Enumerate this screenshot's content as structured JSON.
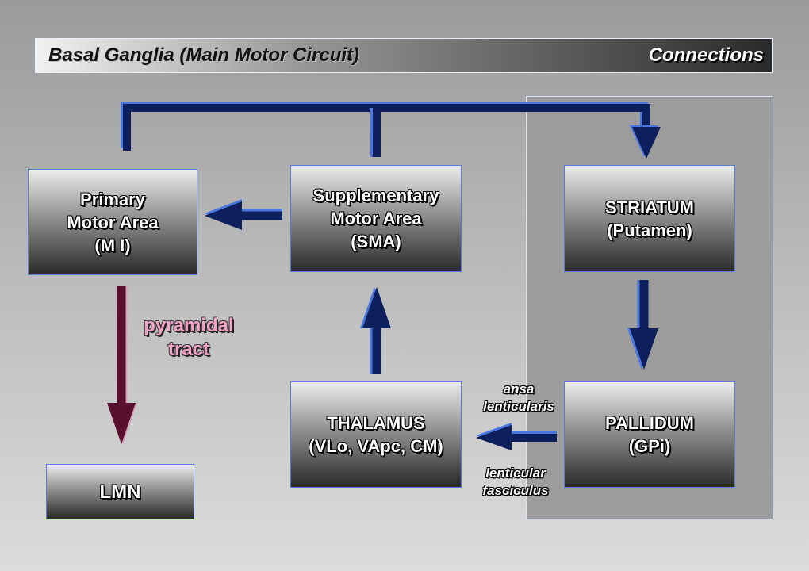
{
  "title": {
    "left": "Basal Ganglia (Main Motor Circuit)",
    "right": "Connections"
  },
  "boxes": {
    "primary_motor_area": [
      "Primary",
      "Motor Area",
      "(M I)"
    ],
    "supplementary_motor_area": [
      "Supplementary",
      "Motor Area",
      "(SMA)"
    ],
    "striatum": [
      "STRIATUM",
      "(Putamen)"
    ],
    "thalamus": [
      "THALAMUS",
      "(VLo, VApc, CM)"
    ],
    "pallidum": [
      "PALLIDUM",
      "(GPi)"
    ],
    "lmn": "LMN"
  },
  "labels": {
    "pyramidal_tract": [
      "pyramidal",
      "tract"
    ],
    "ansa_lenticularis": [
      "ansa",
      "lenticularis"
    ],
    "lenticular_fasciculus": [
      "lenticular",
      "fasciculus"
    ]
  },
  "colors": {
    "arrow": "#0d1f5c",
    "arrow_highlight": "#4a78e0",
    "pyramidal_arrow": "#5a0f2e",
    "pyramidal_label": "#f4a3c8"
  }
}
